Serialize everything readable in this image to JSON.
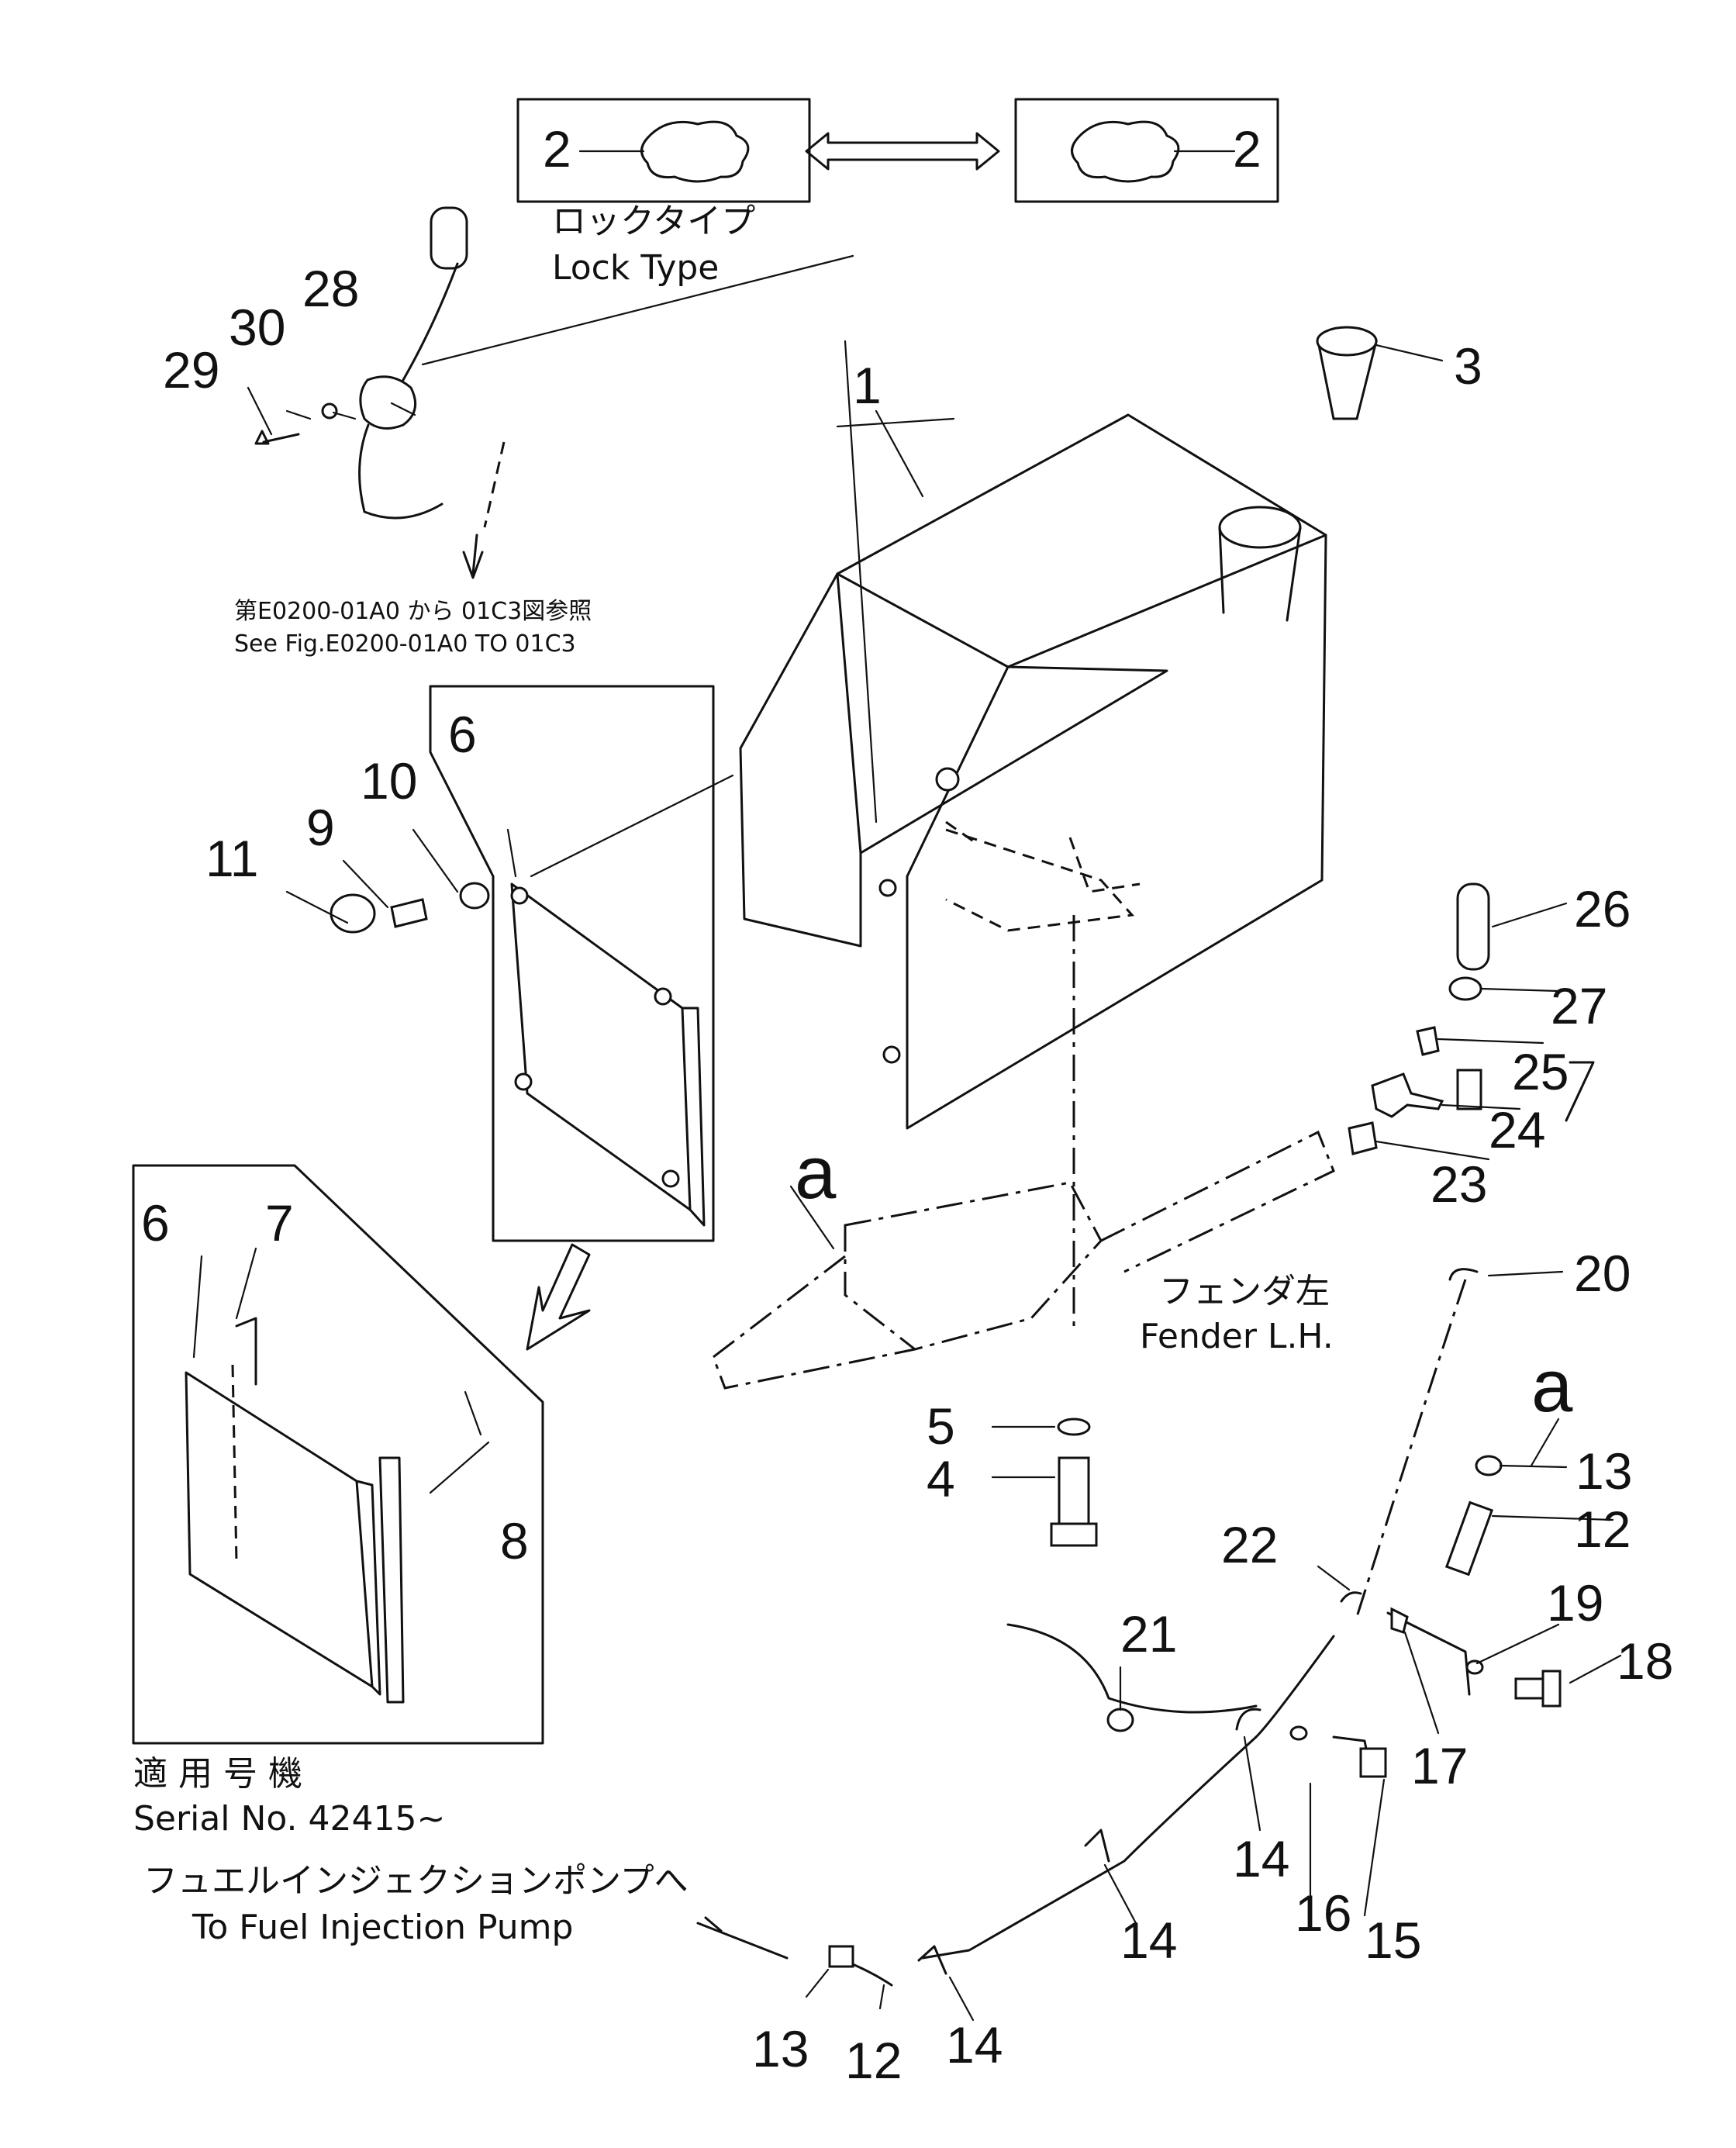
{
  "callouts": [
    "1",
    "2",
    "3",
    "4",
    "5",
    "6",
    "7",
    "8",
    "9",
    "10",
    "11",
    "12",
    "13",
    "14",
    "15",
    "16",
    "17",
    "18",
    "19",
    "20",
    "21",
    "22",
    "23",
    "24",
    "25",
    "26",
    "27",
    "28",
    "29",
    "30"
  ],
  "view_marker": "a",
  "lock_type": {
    "jp": "ロックタイプ",
    "en": "Lock Type"
  },
  "see_fig": {
    "jp": "第E0200-01A0 から 01C3図参照",
    "en": "See Fig.E0200-01A0 TO 01C3"
  },
  "fender": {
    "jp": "フェンダ左",
    "en": "Fender L.H."
  },
  "serial": {
    "jp": "適 用 号 機",
    "en": "Serial No. 42415~"
  },
  "pump": {
    "jp": "フュエルインジェクションポンプへ",
    "en": "To Fuel Injection Pump"
  }
}
